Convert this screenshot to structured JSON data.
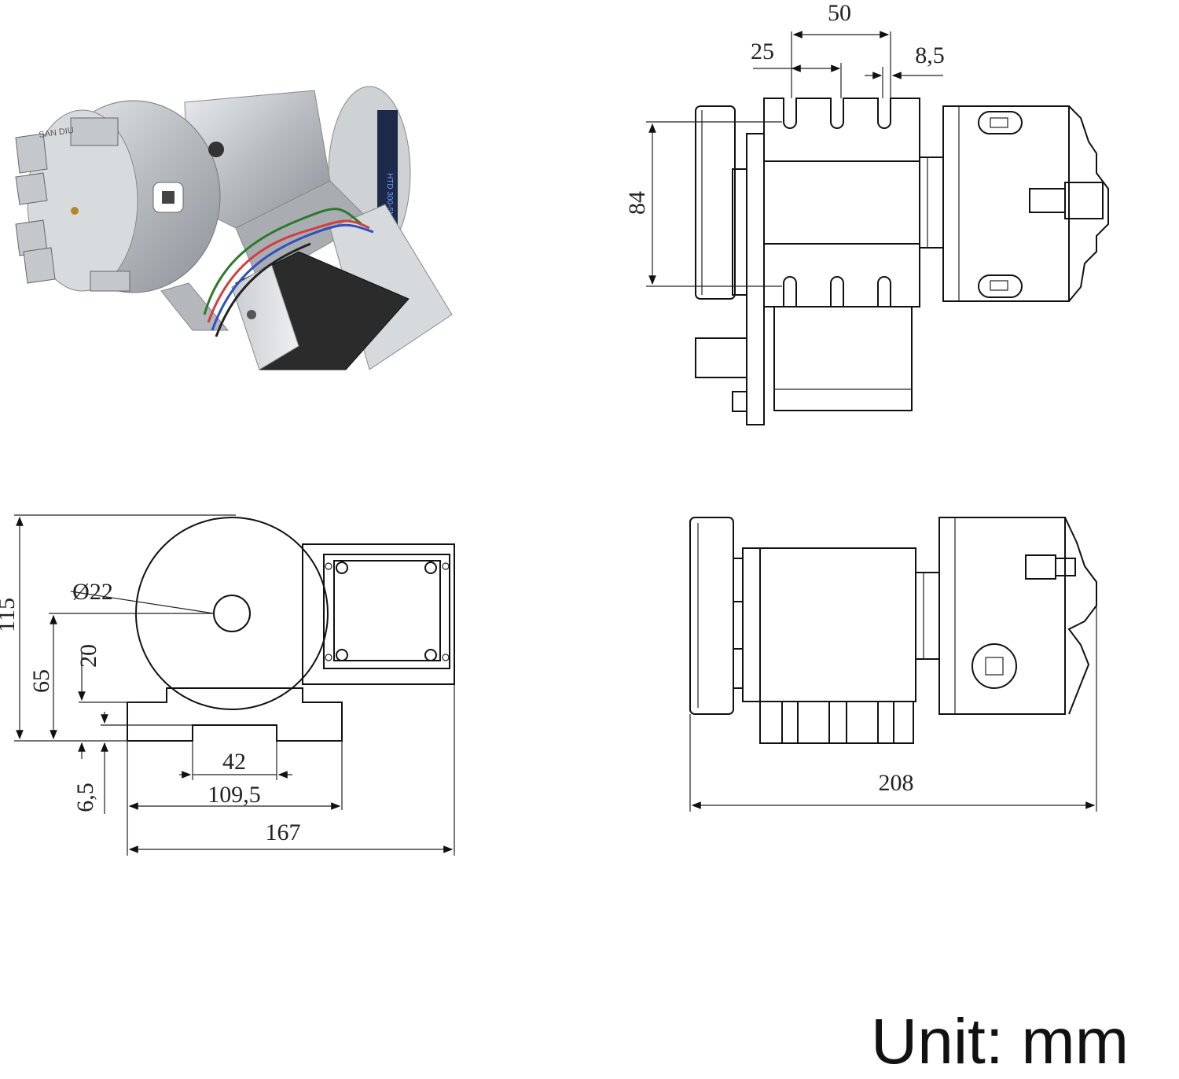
{
  "product_photo": {
    "brand_text": "SAN DIU",
    "belt_text": "HTD 300-5M"
  },
  "dimensions": {
    "slot_span": "50",
    "slot_pitch": "25",
    "slot_width": "8,5",
    "height_side": "84",
    "overall_height": "115",
    "bore_diameter": "Ø22",
    "center_height": "65",
    "base_height": "20",
    "base_thickness": "6,5",
    "base_gap": "42",
    "base_length": "109,5",
    "overall_width": "167",
    "overall_length": "208"
  },
  "unit_label": "Unit: mm"
}
